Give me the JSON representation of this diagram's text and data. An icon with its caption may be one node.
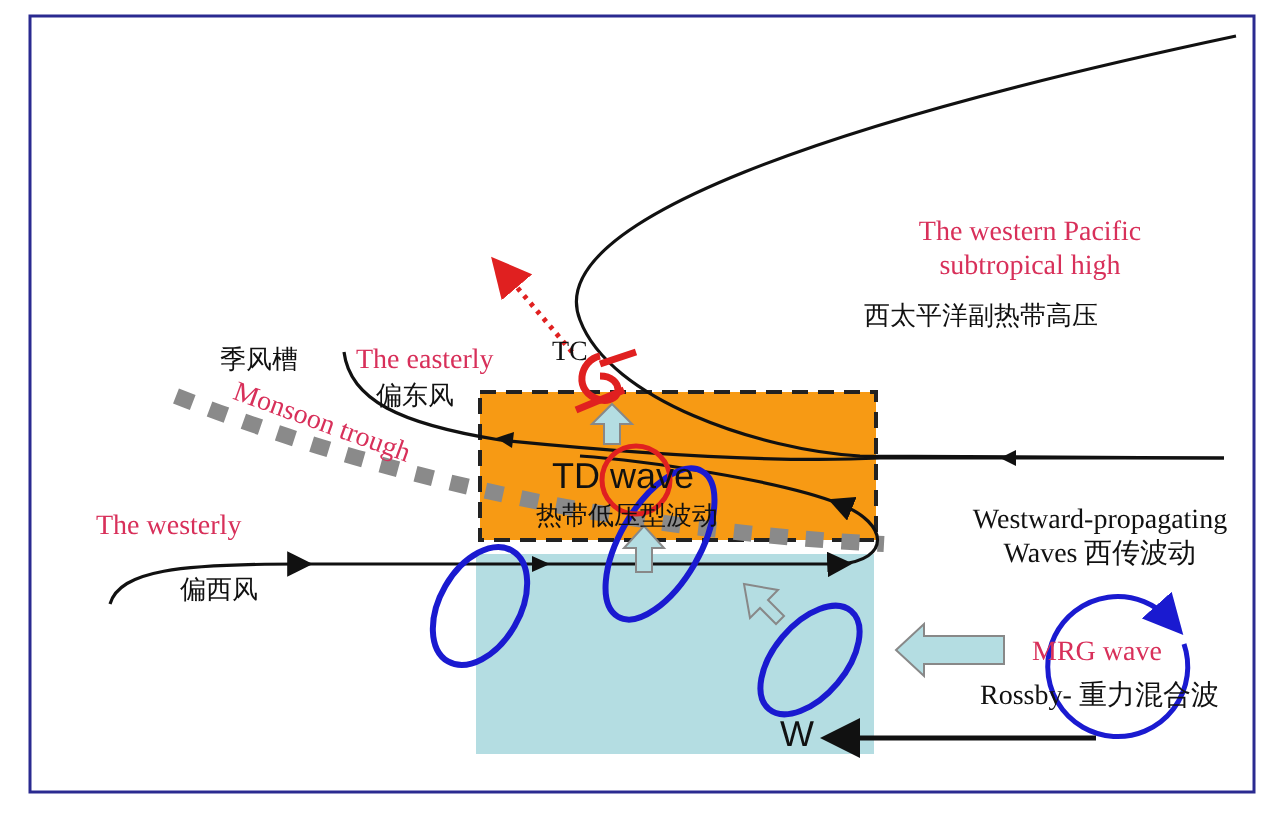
{
  "diagram": {
    "labels": [
      "The western Pacific subtropical high",
      "西太平洋副热带高压",
      "季风槽",
      "The easterly",
      "TC",
      "偏东风",
      "Monsoon trough",
      "TD wave",
      "热带低压型波动",
      "Westward-propagating Waves 西传波动",
      "The westerly",
      "偏西风",
      "MRG wave",
      "Rossby- 重力混合波",
      "W"
    ]
  }
}
